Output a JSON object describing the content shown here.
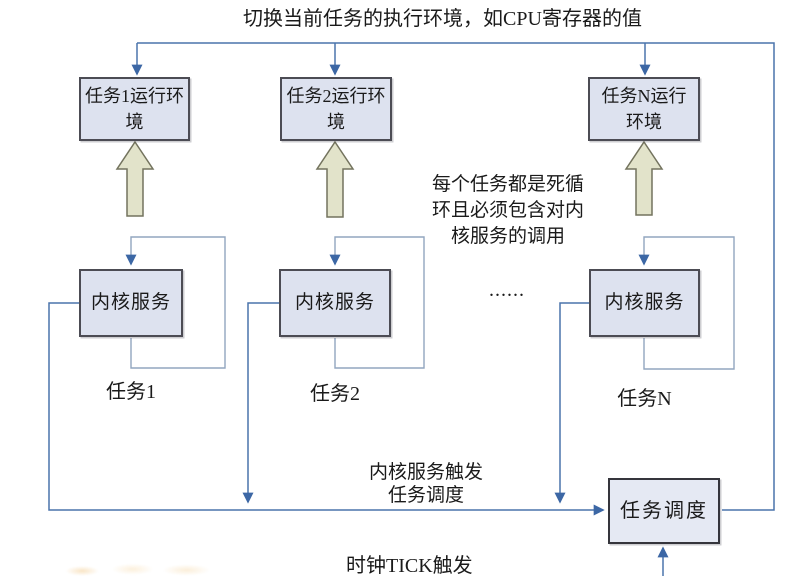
{
  "diagram": {
    "top_note": "切换当前任务的执行环境，如CPU寄存器的值",
    "env_boxes": [
      {
        "line1": "任务1运行环",
        "line2": "境"
      },
      {
        "line1": "任务2运行环",
        "line2": "境"
      },
      {
        "line1": "任务N运行",
        "line2": "环境"
      }
    ],
    "loop_note": {
      "line1": "每个任务都是死循",
      "line2": "环且必须包含对内",
      "line3": "核服务的调用"
    },
    "ellipsis": "......",
    "kernel_boxes": [
      {
        "label": "内核服务"
      },
      {
        "label": "内核服务"
      },
      {
        "label": "内核服务"
      }
    ],
    "task_labels": [
      {
        "label": "任务1"
      },
      {
        "label": "任务2"
      },
      {
        "label": "任务N"
      }
    ],
    "trigger_note": {
      "line1": "内核服务触发",
      "line2": "任务调度"
    },
    "scheduler_label": "任务调度",
    "tick_note": "时钟TICK触发",
    "colors": {
      "connector_line": "#4a74ac",
      "loop_line": "#92a5bf",
      "arrowhead": "#3c67a5",
      "box_fill": "#dde2ef",
      "box_border": "#4c4c54",
      "scheduler_fill": "#e5e9f3",
      "block_arrow_fill": "#e2e3ca",
      "block_arrow_border": "#73735e",
      "text": "#1a1a1a"
    }
  }
}
